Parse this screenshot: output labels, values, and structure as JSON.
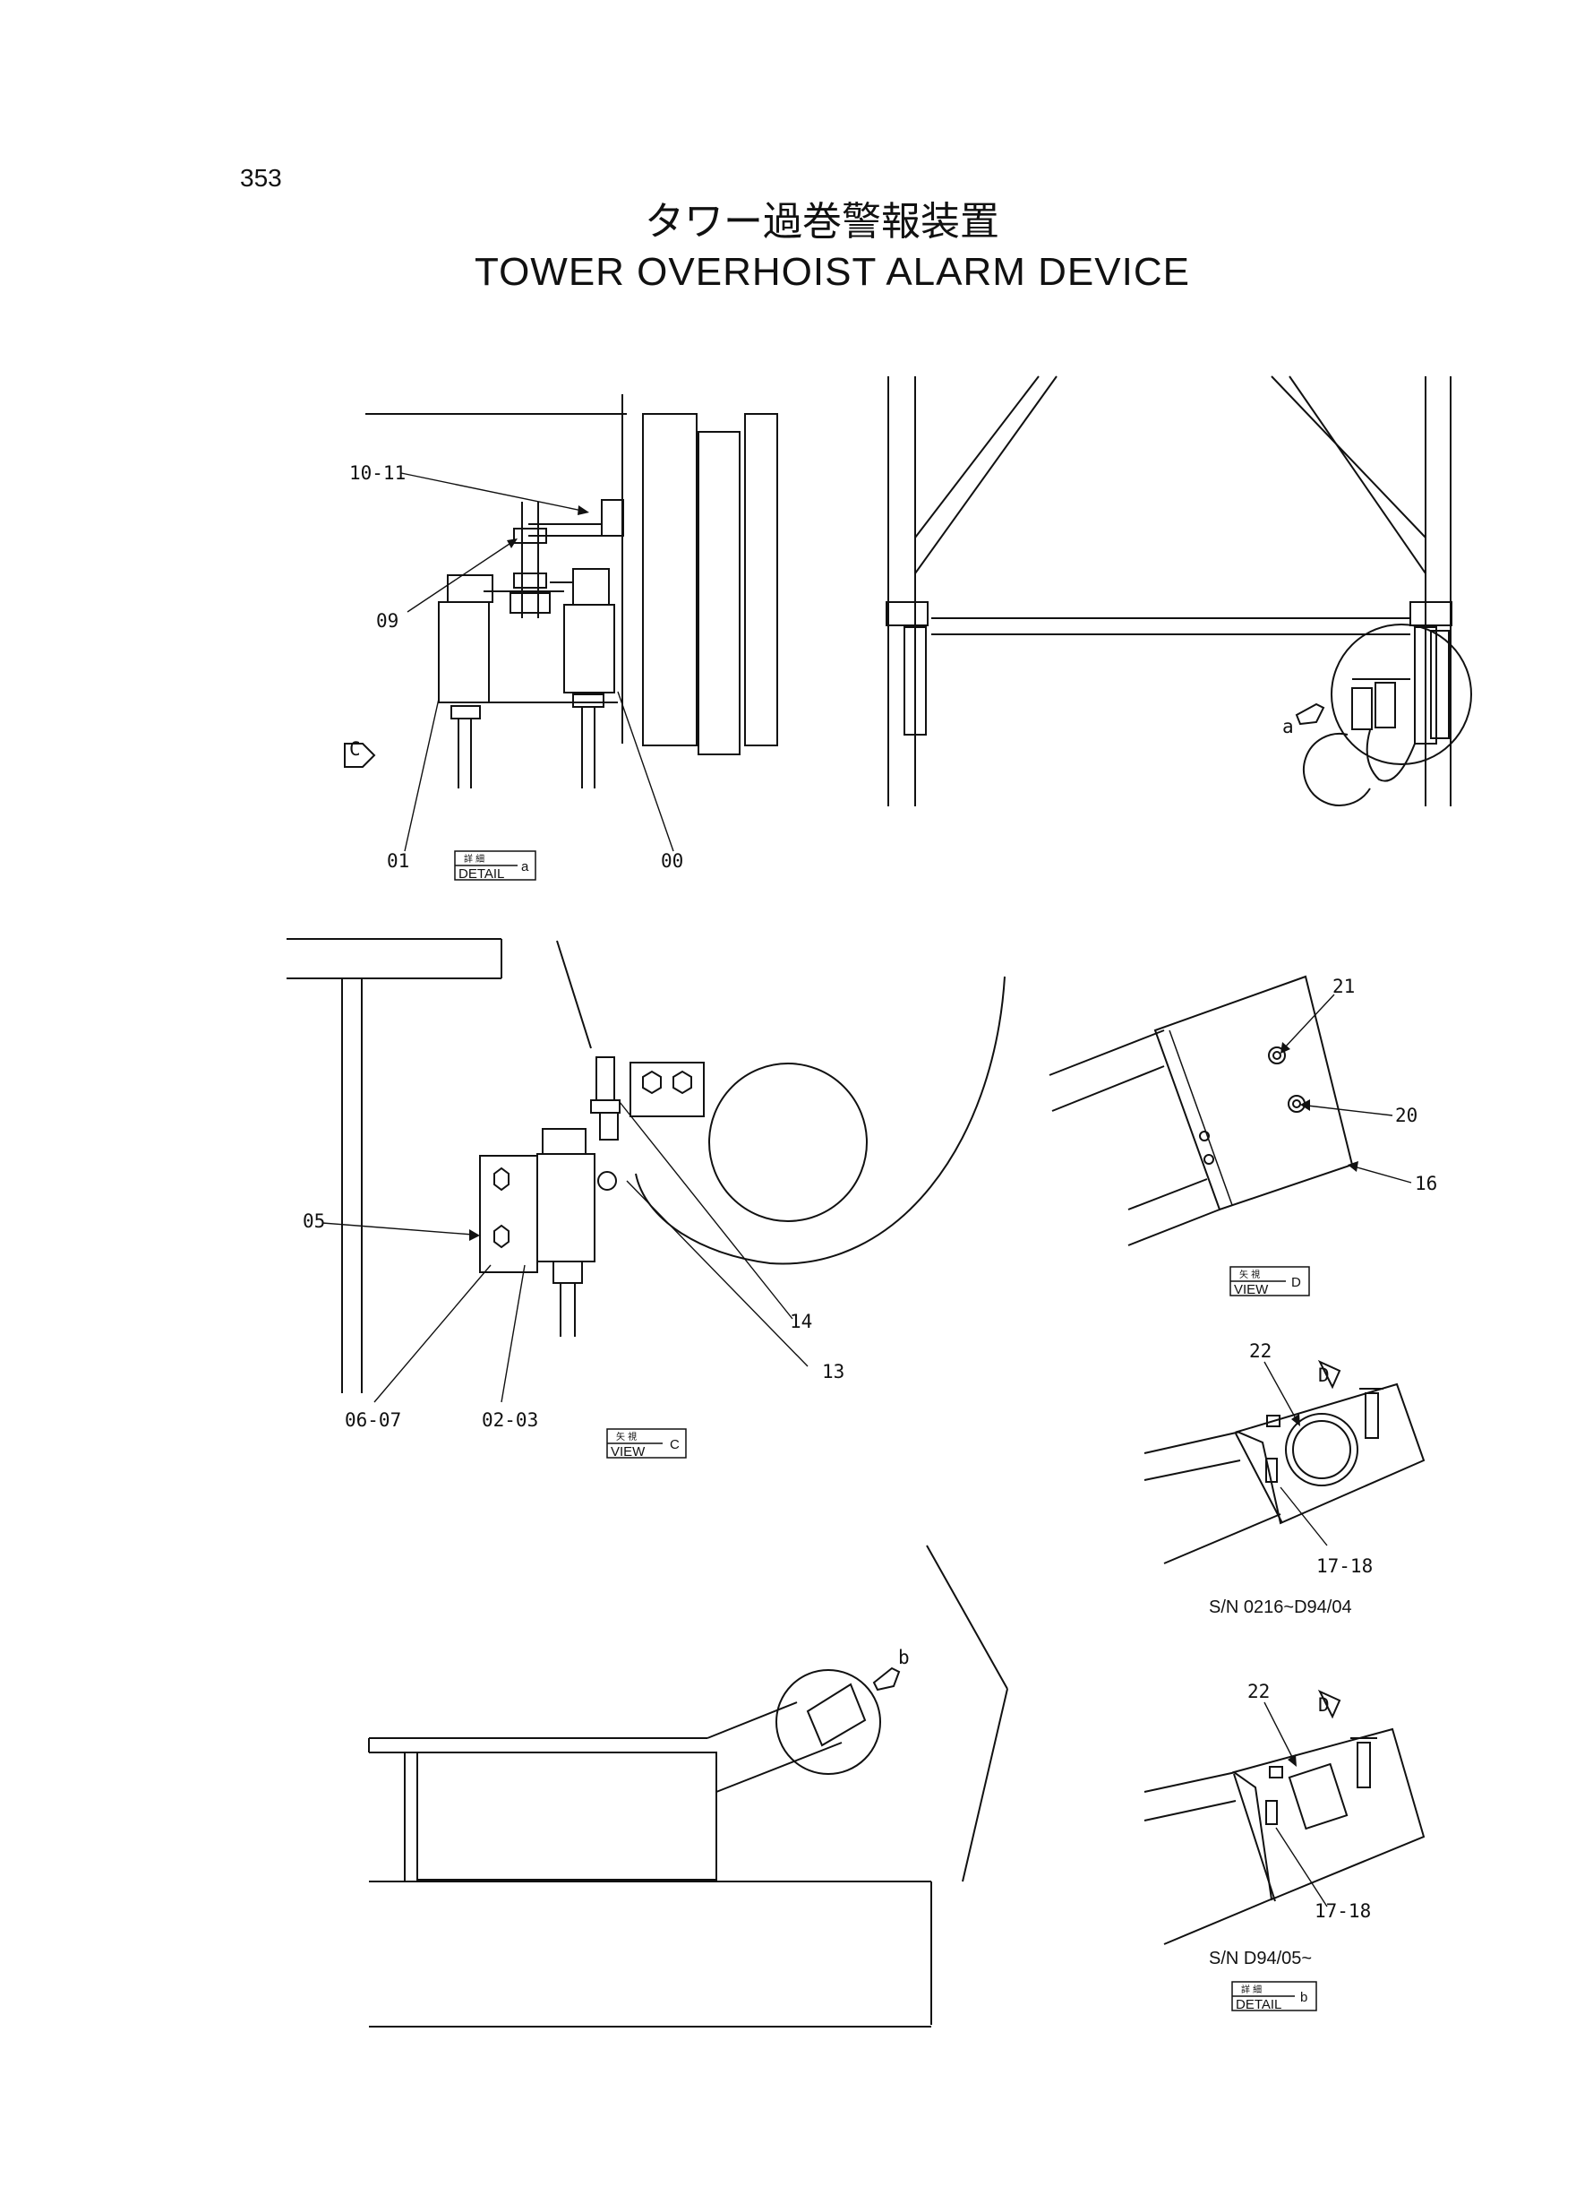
{
  "page_number": "353",
  "title_jp": "タワー過巻警報装置",
  "title_en": "TOWER OVERHOIST ALARM DEVICE",
  "part_labels": {
    "p10_11": "10-11",
    "p09": "09",
    "p01": "01",
    "p00": "00",
    "p05": "05",
    "p06_07": "06-07",
    "p02_03": "02-03",
    "p14": "14",
    "p13": "13",
    "p21": "21",
    "p20": "20",
    "p16": "16",
    "p22_a": "22",
    "p17_18_a": "17-18",
    "p22_b": "22",
    "p17_18_b": "17-18"
  },
  "view_markers": {
    "view_c_marker": "C",
    "view_d_marker_a": "D",
    "view_d_marker_b": "D",
    "detail_a_pointer": "a",
    "detail_b_pointer": "b"
  },
  "tags": {
    "detail_a": {
      "jp": "詳 細",
      "en": "DETAIL",
      "letter": "a"
    },
    "view_c": {
      "jp": "矢 視",
      "en": "VIEW",
      "letter": "C"
    },
    "view_d": {
      "jp": "矢 視",
      "en": "VIEW",
      "letter": "D"
    },
    "detail_b": {
      "jp": "詳 細",
      "en": "DETAIL",
      "letter": "b"
    }
  },
  "serial_notes": {
    "sn_early": "S/N 0216~D94/04",
    "sn_late": "S/N D94/05~"
  }
}
